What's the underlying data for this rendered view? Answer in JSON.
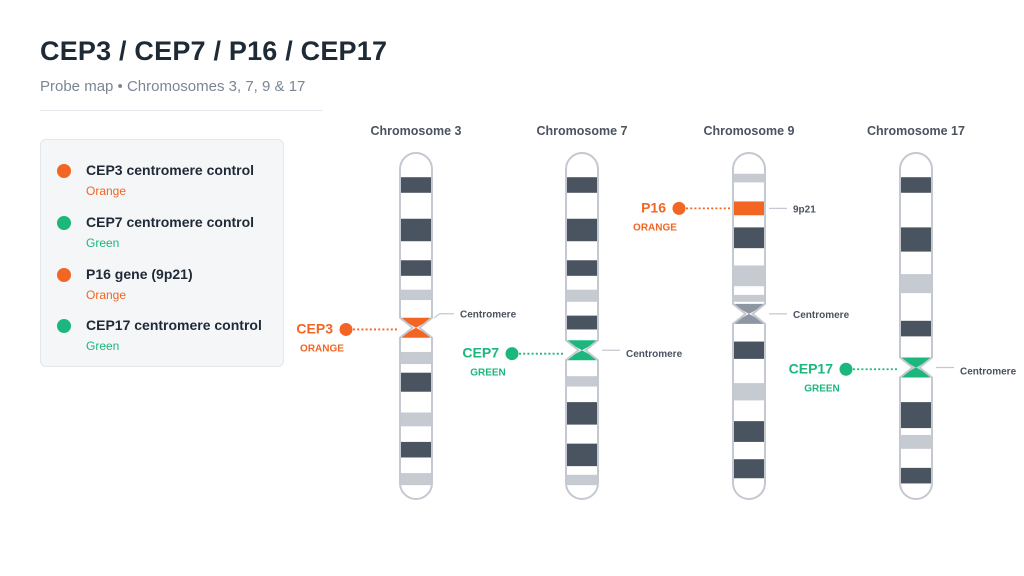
{
  "header": {
    "title": "CEP3 / CEP7 / P16 / CEP17",
    "subtitle": "Probe map • Chromosomes 3, 7, 9 & 17"
  },
  "colors": {
    "orange": "#f26522",
    "green": "#1bb77c",
    "dark_band": "#4a5360",
    "light_band": "#c6cbd2",
    "centromere_plain": "#8e96a3",
    "outline": "#c4c9d1",
    "text_dark": "#1f2a37",
    "text_muted": "#4a5360"
  },
  "legend": {
    "items": [
      {
        "label": "CEP3 centromere control",
        "color_name": "Orange",
        "color": "#f26522"
      },
      {
        "label": "CEP7 centromere control",
        "color_name": "Green",
        "color": "#1bb77c"
      },
      {
        "label": "P16 gene (9p21)",
        "color_name": "Orange",
        "color": "#f26522"
      },
      {
        "label": "CEP17 centromere control",
        "color_name": "Green",
        "color": "#1bb77c"
      }
    ]
  },
  "chromosomes": [
    {
      "name": "Chromosome 3",
      "bands": [
        {
          "from": 0.07,
          "to": 0.115,
          "shade": "dark"
        },
        {
          "from": 0.19,
          "to": 0.255,
          "shade": "dark"
        },
        {
          "from": 0.31,
          "to": 0.355,
          "shade": "dark"
        },
        {
          "from": 0.395,
          "to": 0.425,
          "shade": "light"
        },
        {
          "from": 0.575,
          "to": 0.61,
          "shade": "light"
        },
        {
          "from": 0.635,
          "to": 0.69,
          "shade": "dark"
        },
        {
          "from": 0.75,
          "to": 0.79,
          "shade": "light"
        },
        {
          "from": 0.835,
          "to": 0.88,
          "shade": "dark"
        },
        {
          "from": 0.925,
          "to": 0.96,
          "shade": "light"
        }
      ],
      "centromere": 0.505,
      "centromere_probe": "orange",
      "centromere_label": "Centromere",
      "probe": {
        "name": "CEP3",
        "color_label": "ORANGE",
        "color": "orange",
        "position": 0.51
      },
      "locus": null
    },
    {
      "name": "Chromosome 7",
      "bands": [
        {
          "from": 0.07,
          "to": 0.115,
          "shade": "dark"
        },
        {
          "from": 0.19,
          "to": 0.255,
          "shade": "dark"
        },
        {
          "from": 0.31,
          "to": 0.355,
          "shade": "dark"
        },
        {
          "from": 0.395,
          "to": 0.43,
          "shade": "light"
        },
        {
          "from": 0.47,
          "to": 0.51,
          "shade": "dark"
        },
        {
          "from": 0.645,
          "to": 0.675,
          "shade": "light"
        },
        {
          "from": 0.72,
          "to": 0.785,
          "shade": "dark"
        },
        {
          "from": 0.84,
          "to": 0.905,
          "shade": "dark"
        },
        {
          "from": 0.93,
          "to": 0.96,
          "shade": "light"
        }
      ],
      "centromere": 0.57,
      "centromere_probe": "green",
      "centromere_label": "Centromere",
      "probe": {
        "name": "CEP7",
        "color_label": "GREEN",
        "color": "green",
        "position": 0.58
      },
      "locus": null
    },
    {
      "name": "Chromosome 9",
      "bands": [
        {
          "from": 0.06,
          "to": 0.085,
          "shade": "light"
        },
        {
          "from": 0.215,
          "to": 0.275,
          "shade": "dark"
        },
        {
          "from": 0.325,
          "to": 0.385,
          "shade": "light"
        },
        {
          "from": 0.41,
          "to": 0.43,
          "shade": "light"
        },
        {
          "from": 0.545,
          "to": 0.595,
          "shade": "dark"
        },
        {
          "from": 0.665,
          "to": 0.715,
          "shade": "light"
        },
        {
          "from": 0.775,
          "to": 0.835,
          "shade": "dark"
        },
        {
          "from": 0.885,
          "to": 0.94,
          "shade": "dark"
        }
      ],
      "centromere": 0.465,
      "centromere_probe": "plain",
      "centromere_label": "Centromere",
      "probe": {
        "name": "P16",
        "color_label": "ORANGE",
        "color": "orange",
        "position": 0.16
      },
      "locus": {
        "label": "9p21",
        "from": 0.14,
        "to": 0.18
      }
    },
    {
      "name": "Chromosome 17",
      "bands": [
        {
          "from": 0.07,
          "to": 0.115,
          "shade": "dark"
        },
        {
          "from": 0.215,
          "to": 0.285,
          "shade": "dark"
        },
        {
          "from": 0.35,
          "to": 0.405,
          "shade": "light"
        },
        {
          "from": 0.485,
          "to": 0.53,
          "shade": "dark"
        },
        {
          "from": 0.6,
          "to": 0.64,
          "shade": "light"
        },
        {
          "from": 0.72,
          "to": 0.795,
          "shade": "dark"
        },
        {
          "from": 0.815,
          "to": 0.855,
          "shade": "light"
        },
        {
          "from": 0.91,
          "to": 0.955,
          "shade": "dark"
        }
      ],
      "centromere": 0.62,
      "centromere_probe": "green",
      "centromere_label": "Centromere",
      "probe": {
        "name": "CEP17",
        "color_label": "GREEN",
        "color": "green",
        "position": 0.625
      },
      "locus": null
    }
  ]
}
